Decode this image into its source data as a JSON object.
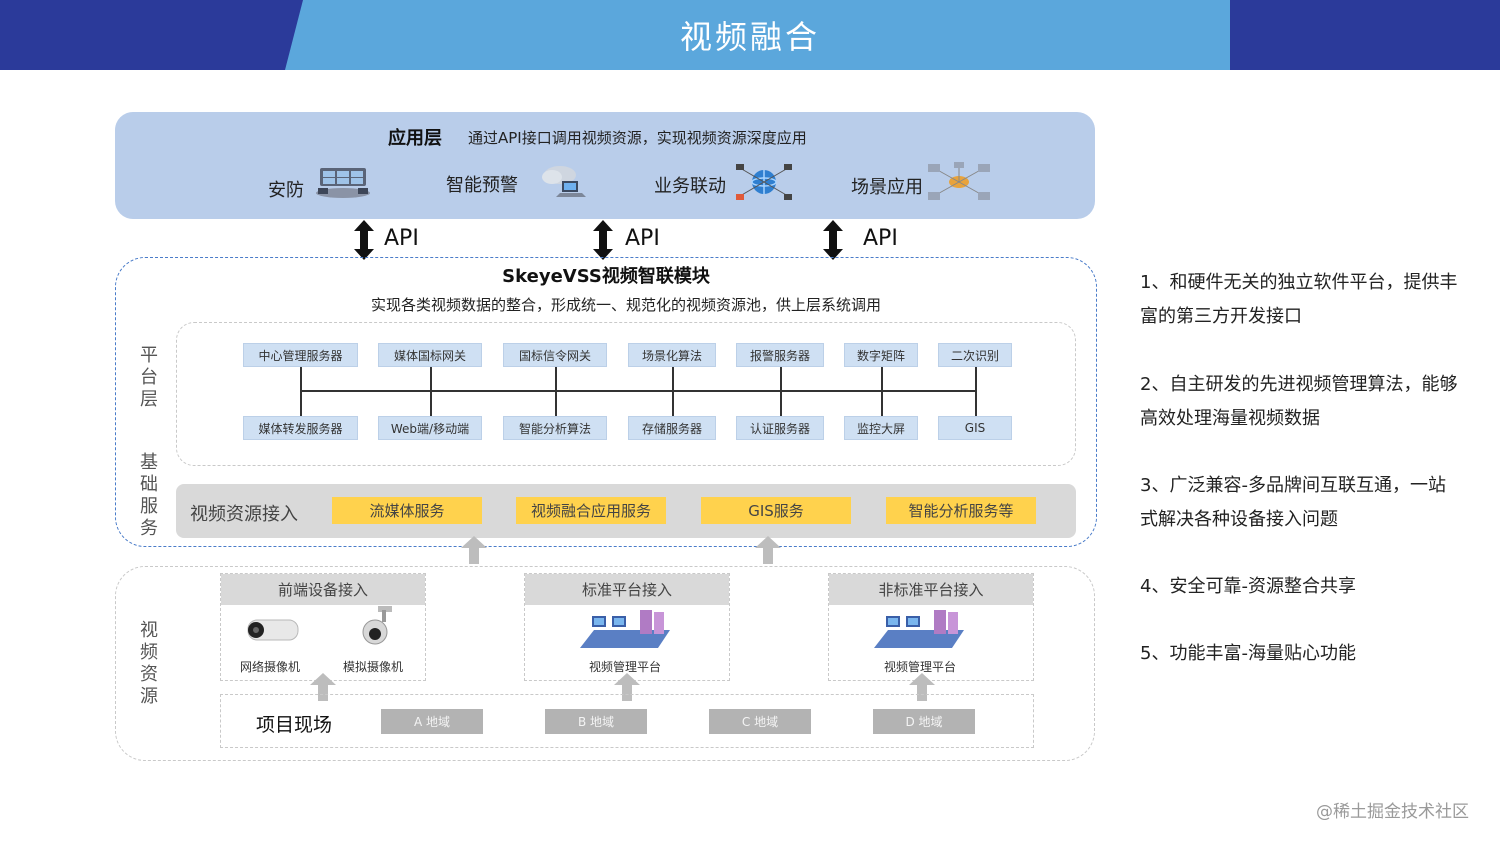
{
  "header": {
    "title": "视频融合"
  },
  "app_layer": {
    "title": "应用层",
    "description": "通过API接口调用视频资源，实现视频资源深度应用",
    "items": [
      {
        "label": "安防",
        "icon": "security-monitor-icon"
      },
      {
        "label": "智能预警",
        "icon": "cloud-computer-icon"
      },
      {
        "label": "业务联动",
        "icon": "globe-network-icon"
      },
      {
        "label": "场景应用",
        "icon": "network-hub-icon"
      }
    ]
  },
  "api_labels": [
    "API",
    "API",
    "API"
  ],
  "module": {
    "title": "SkeyeVSS视频智联模块",
    "description": "实现各类视频数据的整合，形成统一、规范化的视频资源池，供上层系统调用"
  },
  "side_labels": {
    "platform": "平台层",
    "base": "基础服务",
    "source": "视频资源"
  },
  "servers_top": [
    "中心管理服务器",
    "媒体国标网关",
    "国标信令网关",
    "场景化算法",
    "报警服务器",
    "数字矩阵",
    "二次识别"
  ],
  "servers_bottom": [
    "媒体转发服务器",
    "Web端/移动端",
    "智能分析算法",
    "存储服务器",
    "认证服务器",
    "监控大屏",
    "GIS"
  ],
  "services": {
    "label": "视频资源接入",
    "items": [
      "流媒体服务",
      "视频融合应用服务",
      "GIS服务",
      "智能分析服务等"
    ]
  },
  "access": [
    {
      "title": "前端设备接入",
      "devices": [
        "网络摄像机",
        "模拟摄像机"
      ]
    },
    {
      "title": "标准平台接入",
      "devices": [
        "视频管理平台"
      ]
    },
    {
      "title": "非标准平台接入",
      "devices": [
        "视频管理平台"
      ]
    }
  ],
  "site": {
    "label": "项目现场",
    "regions": [
      "A 地域",
      "B 地域",
      "C 地域",
      "D 地域"
    ]
  },
  "features": [
    "1、和硬件无关的独立软件平台，提供丰富的第三方开发接口",
    "2、自主研发的先进视频管理算法，能够高效处理海量视频数据",
    "3、广泛兼容-多品牌间互联互通，一站式解决各种设备接入问题",
    "4、安全可靠-资源整合共享",
    "5、功能丰富-海量贴心功能"
  ],
  "watermark": "@稀土掘金技术社区",
  "colors": {
    "header_dark": "#2b3a9a",
    "header_light": "#5ba7dc",
    "app_layer_bg": "#b9cdea",
    "server_box": "#cfe0f3",
    "service_box": "#ffd24d",
    "panel_gray": "#d9d9d9"
  }
}
